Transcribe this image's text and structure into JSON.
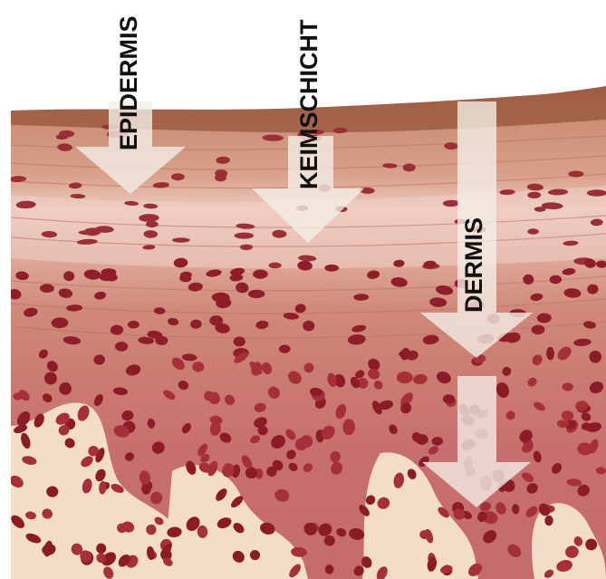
{
  "labels": {
    "epidermis": "EPIDERMIS",
    "keimschicht": "KEIMSCHICHT",
    "dermis": "DERMIS"
  },
  "colors": {
    "background": "#ffffff",
    "tissue_top": "#b8785a",
    "tissue_mid": "#d4917a",
    "tissue_pale": "#e8c6b8",
    "tissue_deep": "#c56a6a",
    "nucleus": "#8e1f2a",
    "papilla": "#f3ddc6",
    "arrow_fill": "#f4efe8",
    "label_text": "#111111"
  }
}
